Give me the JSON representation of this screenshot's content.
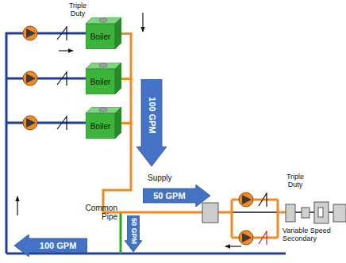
{
  "diagram": {
    "nodes": [
      {
        "text": [
          "Boiler"
        ]
      },
      {
        "text": [
          "Boiler"
        ]
      },
      {
        "text": [
          "Boiler"
        ]
      },
      {
        "text": [
          "100 GPM"
        ]
      },
      {
        "text": [
          "50 GPM"
        ]
      },
      {
        "text": [
          "50 GPM"
        ]
      },
      {
        "text": [
          "100 GPM"
        ]
      }
    ],
    "edges": [
      {
        "from": 0,
        "to": 1,
        "arrow": "none"
      },
      {
        "from": 1,
        "to": 2,
        "arrow": "none"
      }
    ],
    "labels": [
      "Triple Duty",
      "Supply",
      "Common Pipe",
      "Triple Duty",
      "Variable Speed Secondary"
    ]
  }
}
